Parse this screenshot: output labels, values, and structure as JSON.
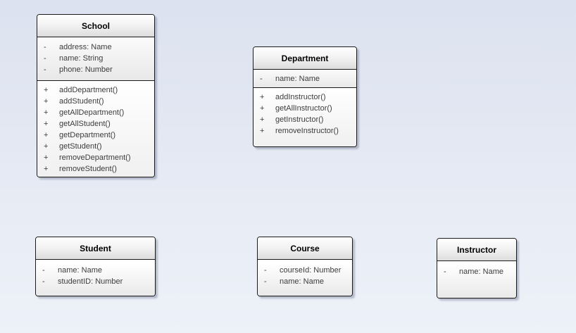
{
  "diagram": {
    "type": "uml-class-diagram",
    "background_top_color": "#dce2ef",
    "background_bottom_color": "#edf1f8",
    "box_border_color": "#1a1a1a",
    "box_header_gradient": [
      "#ffffff",
      "#dcdcdc"
    ]
  },
  "classes": [
    {
      "name": "School",
      "attributes": [
        {
          "sign": "-",
          "text": "address: Name"
        },
        {
          "sign": "-",
          "text": "name: String"
        },
        {
          "sign": "-",
          "text": "phone: Number"
        }
      ],
      "operations": [
        {
          "sign": "+",
          "text": "addDepartment()"
        },
        {
          "sign": "+",
          "text": "addStudent()"
        },
        {
          "sign": "+",
          "text": "getAllDepartment()"
        },
        {
          "sign": "+",
          "text": "getAllStudent()"
        },
        {
          "sign": "+",
          "text": "getDepartment()"
        },
        {
          "sign": "+",
          "text": "getStudent()"
        },
        {
          "sign": "+",
          "text": "removeDepartment()"
        },
        {
          "sign": "+",
          "text": "removeStudent()"
        }
      ]
    },
    {
      "name": "Department",
      "attributes": [
        {
          "sign": "-",
          "text": "name: Name"
        }
      ],
      "operations": [
        {
          "sign": "+",
          "text": "addInstructor()"
        },
        {
          "sign": "+",
          "text": "getAllInstructor()"
        },
        {
          "sign": "+",
          "text": "getInstructor()"
        },
        {
          "sign": "+",
          "text": "removeInstructor()"
        }
      ]
    },
    {
      "name": "Student",
      "attributes": [
        {
          "sign": "-",
          "text": "name: Name"
        },
        {
          "sign": "-",
          "text": "studentID: Number"
        }
      ],
      "operations": []
    },
    {
      "name": "Course",
      "attributes": [
        {
          "sign": "-",
          "text": "courseId: Number"
        },
        {
          "sign": "-",
          "text": "name: Name"
        }
      ],
      "operations": []
    },
    {
      "name": "Instructor",
      "attributes": [
        {
          "sign": "-",
          "text": "name: Name"
        }
      ],
      "operations": []
    }
  ]
}
